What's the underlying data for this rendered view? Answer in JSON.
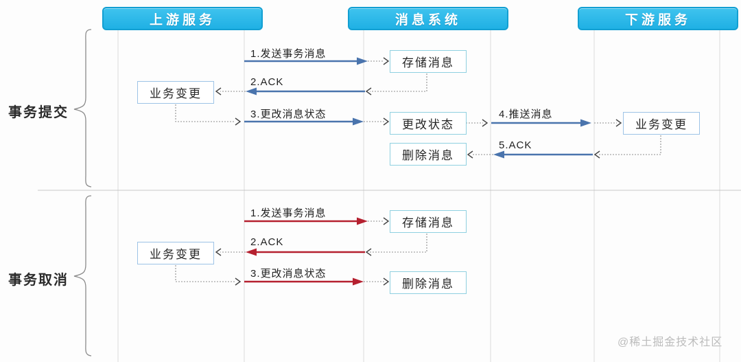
{
  "lanes": [
    {
      "label": "上游服务"
    },
    {
      "label": "消息系统"
    },
    {
      "label": "下游服务"
    }
  ],
  "sections": [
    {
      "label": "事务提交",
      "arrow_color": "#4a74ad",
      "nodes": {
        "store": "存储消息",
        "biz_left": "业务变更",
        "change_status": "更改状态",
        "biz_right": "业务变更",
        "delete": "删除消息"
      },
      "messages": {
        "m1": "1.发送事务消息",
        "m2": "2.ACK",
        "m3": "3.更改消息状态",
        "m4": "4.推送消息",
        "m5": "5.ACK"
      }
    },
    {
      "label": "事务取消",
      "arrow_color": "#b5202f",
      "nodes": {
        "store": "存储消息",
        "biz": "业务变更",
        "delete": "删除消息"
      },
      "messages": {
        "m1": "1.发送事务消息",
        "m2": "2.ACK",
        "m3": "3.更改消息状态"
      }
    }
  ],
  "colors": {
    "header_bg": "#29b8ea",
    "header_border": "#129fd2",
    "message_box_border": "#8fd0e0",
    "business_box_border": "#9dc3e6",
    "commit_arrow": "#4a74ad",
    "cancel_arrow": "#b5202f"
  },
  "watermark": "@稀土掘金技术社区"
}
